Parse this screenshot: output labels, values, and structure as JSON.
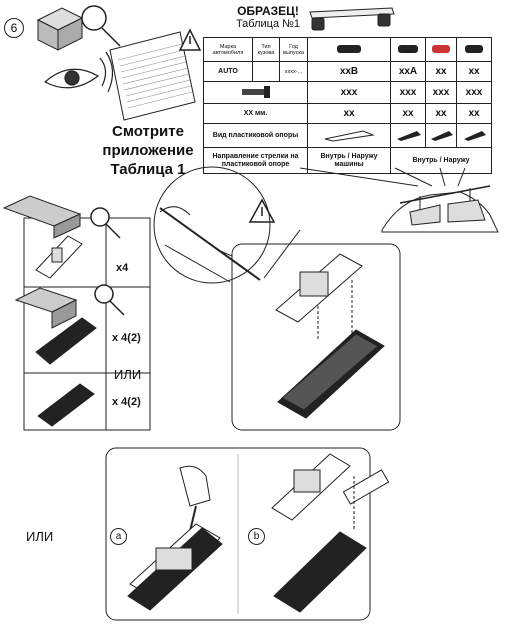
{
  "step_number": "6",
  "see_appendix": [
    "Смотрите",
    "приложение",
    "Таблица 1"
  ],
  "sample": {
    "title": "ОБРАЗЕЦ!",
    "subtitle": "Таблица №1"
  },
  "table": {
    "headers": {
      "car_brand": "Марка автомобиля",
      "body_type": "Тип кузова",
      "year": "Год выпуска"
    },
    "row_auto": {
      "brand": "AUTO",
      "year": "хххх-...",
      "cells": [
        "ххВ",
        "ххА",
        "хх",
        "хх"
      ]
    },
    "row_xxx": {
      "cells": [
        "ххх",
        "ххх",
        "ххх",
        "ххх"
      ]
    },
    "row_mm": {
      "label": "XX мм.",
      "cells": [
        "хх",
        "хх",
        "хх",
        "хх"
      ]
    },
    "row_support": {
      "label": "Вид пластиковой опоры"
    },
    "row_arrow": {
      "label": "Направление стрелки на пластиковой опоре",
      "values": [
        "Внутрь / Наружу машины",
        "Внутрь / Наружу"
      ]
    }
  },
  "left_panel": {
    "qty_1": "x4",
    "qty_2": "x 4(2)",
    "or_1": "ИЛИ",
    "qty_3": "x 4(2)"
  },
  "bottom": {
    "or_label": "ИЛИ",
    "option_a": "a",
    "option_b": "b"
  }
}
